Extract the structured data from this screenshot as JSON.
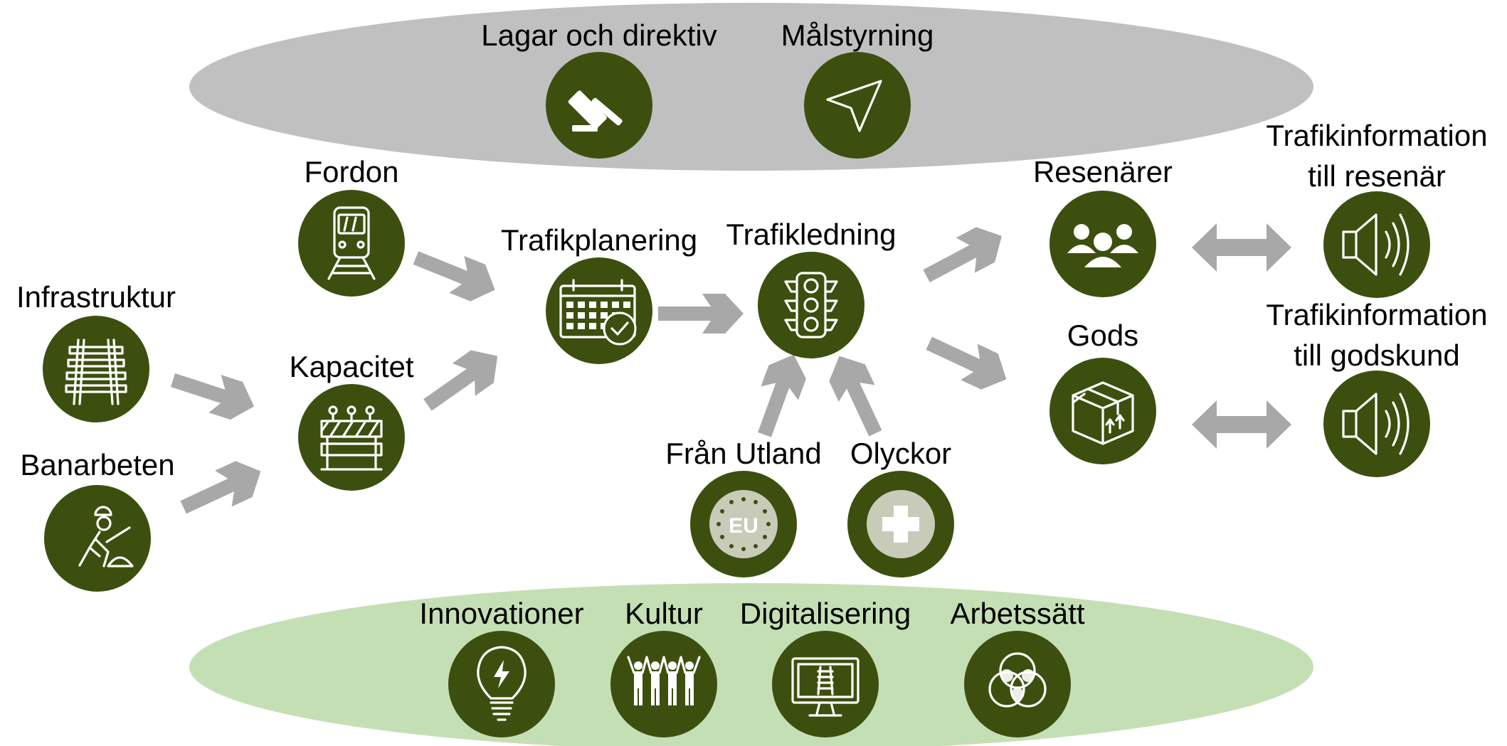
{
  "top_band": {
    "items": [
      {
        "label": "Lagar och direktiv",
        "icon": "gavel-icon"
      },
      {
        "label": "Målstyrning",
        "icon": "navigation-arrow-icon"
      }
    ]
  },
  "nodes": {
    "infrastruktur": {
      "label": "Infrastruktur",
      "icon": "rail-track-icon"
    },
    "banarbeten": {
      "label": "Banarbeten",
      "icon": "construction-worker-icon"
    },
    "fordon": {
      "label": "Fordon",
      "icon": "train-icon"
    },
    "kapacitet": {
      "label": "Kapacitet",
      "icon": "road-barrier-icon"
    },
    "trafikplanering": {
      "label": "Trafikplanering",
      "icon": "calendar-check-icon"
    },
    "trafikledning": {
      "label": "Trafikledning",
      "icon": "traffic-light-icon"
    },
    "fran_utland": {
      "label": "Från Utland",
      "icon": "eu-flag-icon",
      "badge": "EU"
    },
    "olyckor": {
      "label": "Olyckor",
      "icon": "medical-cross-icon"
    },
    "resenarer": {
      "label": "Resenärer",
      "icon": "people-group-icon"
    },
    "gods": {
      "label": "Gods",
      "icon": "package-box-icon"
    },
    "info_resenar": {
      "line1": "Trafikinformation",
      "line2": "till resenär",
      "icon": "speaker-icon"
    },
    "info_godskund": {
      "line1": "Trafikinformation",
      "line2": "till godskund",
      "icon": "speaker-icon"
    }
  },
  "bottom_band": {
    "items": [
      {
        "label": "Innovationer",
        "icon": "lightbulb-icon"
      },
      {
        "label": "Kultur",
        "icon": "people-cheering-icon"
      },
      {
        "label": "Digitalisering",
        "icon": "monitor-rail-icon"
      },
      {
        "label": "Arbetssätt",
        "icon": "venn-circles-icon"
      }
    ]
  },
  "colors": {
    "disc": "#3d4f0e",
    "top_band": "#c0c0c0",
    "bottom_band": "#c5dfb5",
    "arrow": "#a8a8a8",
    "badge_fill": "#c9cbb9"
  }
}
